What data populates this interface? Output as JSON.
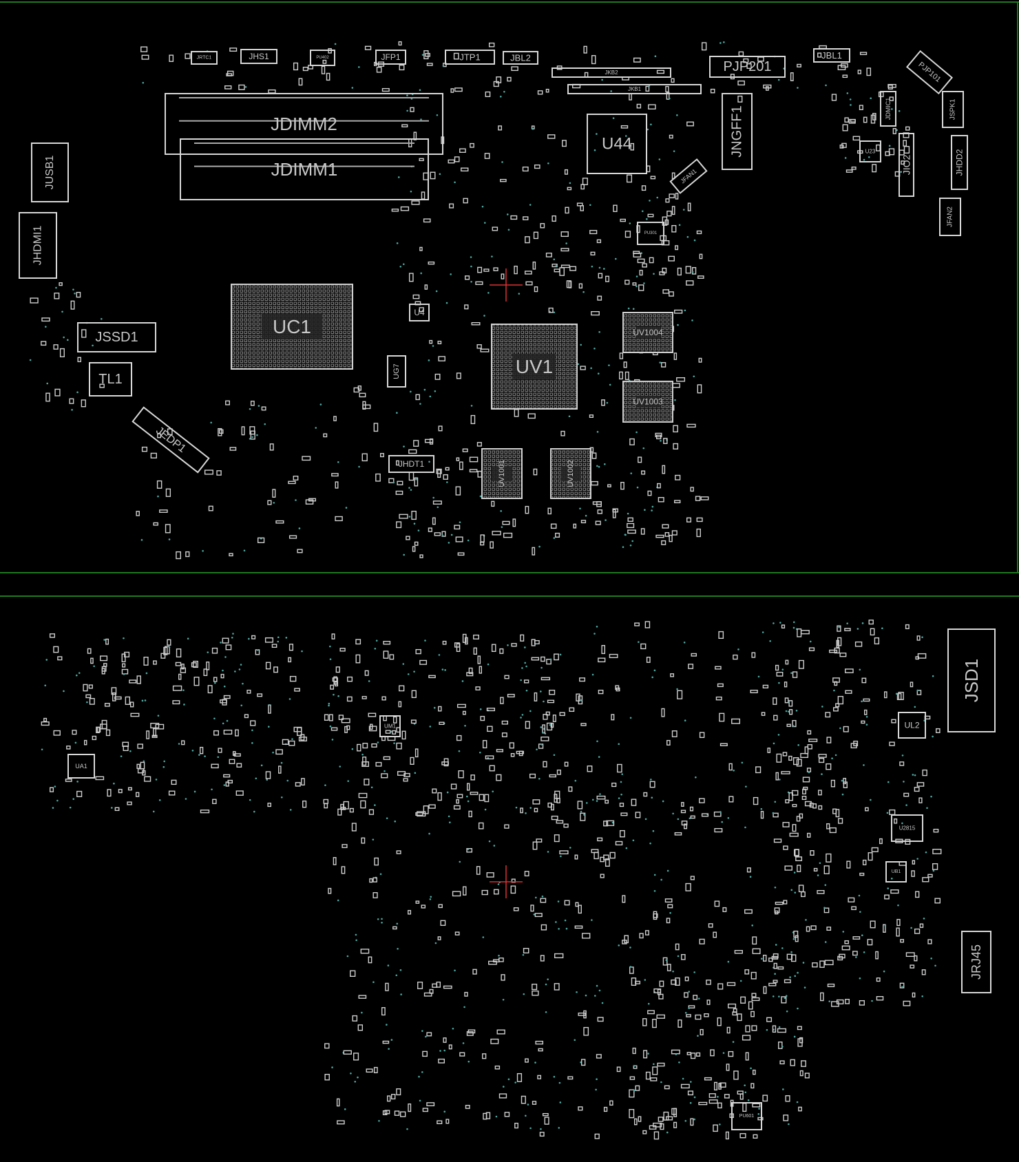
{
  "colors": {
    "background": "#000000",
    "outline": "#d8d8d8",
    "panel_border": "#1f7a1f",
    "via": "#4fa8a0",
    "marker": "#e03030"
  },
  "top_panel": {
    "components": [
      "JDIMM2",
      "JDIMM1",
      "UC1",
      "UV1",
      "U44",
      "PJP201",
      "JNGFF1",
      "JBL1",
      "PJP101",
      "JDMIC1",
      "JSPK1",
      "JIO2",
      "JHDD2",
      "JFAN2",
      "U23",
      "JFAN1",
      "JKB2",
      "JKB1",
      "JTP1",
      "JBL2",
      "JFP1",
      "JHS1",
      "JRTC1",
      "PU402",
      "JUSB1",
      "JHDMI1",
      "JSSD1",
      "TL1",
      "JEDP1",
      "U4",
      "UG7",
      "UV1004",
      "UV1003",
      "UV1001",
      "UV1002",
      "JHDT1",
      "PU301"
    ]
  },
  "bottom_panel": {
    "components": [
      "JSD1",
      "UL2",
      "U2815",
      "UB1",
      "JRJ45",
      "UA1",
      "UM1",
      "PU601"
    ]
  }
}
